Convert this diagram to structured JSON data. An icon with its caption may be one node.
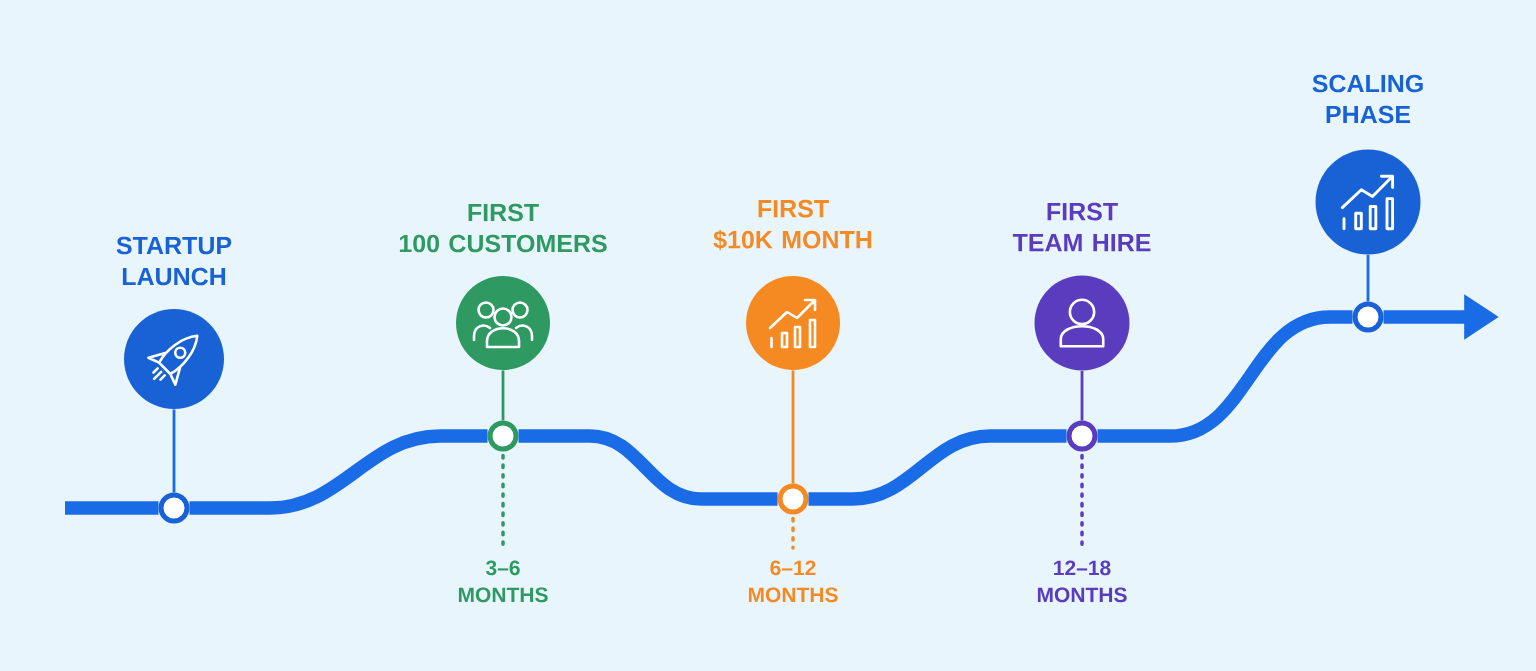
{
  "diagram": {
    "nodes": [
      {
        "text": [
          "STARTUP LAUNCH"
        ]
      },
      {
        "text": [],
        "shape": "circle"
      },
      {
        "text": [
          "FIRST 100 CUSTOMERS"
        ]
      },
      {
        "text": [],
        "shape": "circle"
      },
      {
        "text": [
          "3–6 MONTHS"
        ]
      },
      {
        "text": [
          "FIRST $10K MONTH"
        ]
      },
      {
        "text": [],
        "shape": "circle"
      },
      {
        "text": [
          "6–12 MONTHS"
        ]
      },
      {
        "text": [
          "FIRST TEAM HIRE"
        ]
      },
      {
        "text": [],
        "shape": "circle"
      },
      {
        "text": [
          "12–18 MONTHS"
        ]
      },
      {
        "text": [
          "SCALING PHASE"
        ]
      },
      {
        "text": [],
        "shape": "circle"
      }
    ],
    "edges": [
      {
        "from": null,
        "to": 1,
        "arrow": "none",
        "style": "thick"
      },
      {
        "from": 1,
        "to": 3,
        "arrow": "none",
        "style": "thick"
      },
      {
        "from": 3,
        "to": 6,
        "arrow": "none",
        "style": "thick"
      },
      {
        "from": 6,
        "to": 9,
        "arrow": "none",
        "style": "thick"
      },
      {
        "from": 9,
        "to": 12,
        "arrow": "none",
        "style": "thick"
      },
      {
        "from": 12,
        "to": null,
        "arrow": "to",
        "style": "thick"
      },
      {
        "from": 0,
        "to": 1,
        "arrow": "none"
      },
      {
        "from": 2,
        "to": 3,
        "arrow": "none",
        "color": "#2e9a62"
      },
      {
        "from": 5,
        "to": 6,
        "arrow": "none",
        "color": "#f68a22"
      },
      {
        "from": 8,
        "to": 9,
        "arrow": "none",
        "color": "#5a3dbe"
      },
      {
        "from": 11,
        "to": 12,
        "arrow": "none"
      },
      {
        "from": 3,
        "to": 4,
        "arrow": "none",
        "style": "dashed",
        "color": "#2e9a62"
      },
      {
        "from": 6,
        "to": 7,
        "arrow": "none",
        "style": "dashed",
        "color": "#f68a22"
      },
      {
        "from": 9,
        "to": 10,
        "arrow": "none",
        "style": "dashed",
        "color": "#5a3dbe"
      }
    ]
  }
}
